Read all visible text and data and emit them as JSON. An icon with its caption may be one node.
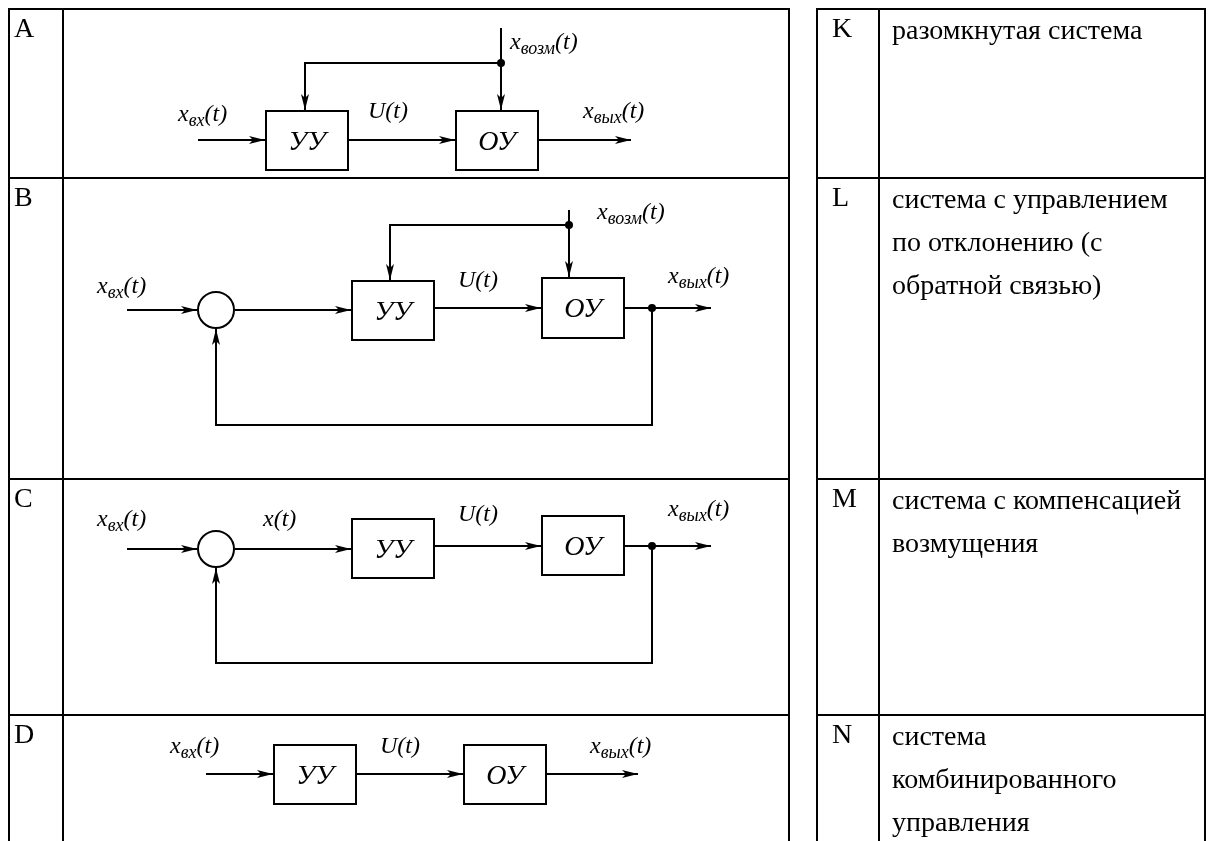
{
  "diagram": {
    "nodes": [
      {
        "text": [
          "УУ"
        ]
      },
      {
        "text": [
          "ОУ"
        ]
      },
      {
        "text": [],
        "shape": "circle"
      },
      {
        "text": [
          "УУ"
        ]
      },
      {
        "text": [
          "ОУ"
        ]
      },
      {
        "text": [],
        "shape": "circle"
      },
      {
        "text": [
          "УУ"
        ]
      },
      {
        "text": [
          "ОУ"
        ]
      },
      {
        "text": [
          "УУ"
        ]
      },
      {
        "text": [
          "ОУ"
        ]
      }
    ],
    "edges": [
      {
        "from": null,
        "to": 0,
        "arrow": "to",
        "label": "x$_{вх}$(t)"
      },
      {
        "from": 0,
        "to": 1,
        "arrow": "to",
        "label": "U(t)"
      },
      {
        "from": 1,
        "to": null,
        "arrow": "to",
        "label": "x$_{вых}$(t)"
      },
      {
        "from": null,
        "to": 1,
        "arrow": "to",
        "label": "x$_{возм}$(t)"
      },
      {
        "from": null,
        "to": 0,
        "arrow": "to"
      },
      {
        "from": null,
        "to": 2,
        "arrow": "to",
        "label": "x$_{вх}$(t)"
      },
      {
        "from": 2,
        "to": 3,
        "arrow": "to"
      },
      {
        "from": 3,
        "to": 4,
        "arrow": "to",
        "label": "U(t)"
      },
      {
        "from": 4,
        "to": null,
        "arrow": "to",
        "label": "x$_{вых}$(t)"
      },
      {
        "from": 4,
        "to": 2,
        "arrow": "to"
      },
      {
        "from": null,
        "to": 4,
        "arrow": "to",
        "label": "x$_{возм}$(t)"
      },
      {
        "from": null,
        "to": 3,
        "arrow": "to"
      },
      {
        "from": null,
        "to": 5,
        "arrow": "to",
        "label": "x$_{вх}$(t)"
      },
      {
        "from": 5,
        "to": 6,
        "arrow": "to",
        "label": "x(t)"
      },
      {
        "from": 6,
        "to": 7,
        "arrow": "to",
        "label": "U(t)"
      },
      {
        "from": 7,
        "to": null,
        "arrow": "to",
        "label": "x$_{вых}$(t)"
      },
      {
        "from": 7,
        "to": 5,
        "arrow": "to"
      },
      {
        "from": null,
        "to": 8,
        "arrow": "to",
        "label": "x$_{вх}$(t)"
      },
      {
        "from": 8,
        "to": 9,
        "arrow": "to",
        "label": "U(t)"
      },
      {
        "from": 9,
        "to": null,
        "arrow": "to",
        "label": "x$_{вых}$(t)"
      }
    ],
    "labels": [
      "A",
      "K",
      "разомкнутая система",
      "B",
      "L",
      "система с управлением по отклонению (с обратной связью)",
      "C",
      "M",
      "система с компенсацией возмущения",
      "D",
      "N",
      "система комбинированного управления"
    ]
  }
}
